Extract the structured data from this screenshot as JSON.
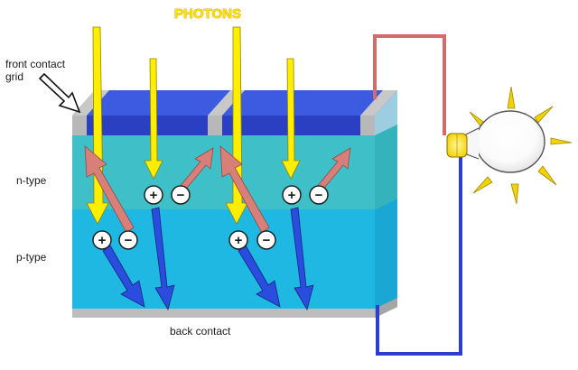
{
  "diagram": {
    "title": "PHOTONS",
    "labels": {
      "front_contact": [
        "front contact",
        "grid"
      ],
      "n_type": "n-type",
      "p_type": "p-type",
      "back_contact": "back contact"
    },
    "pair_signs": {
      "plus": "+",
      "minus": "−"
    },
    "colors": {
      "photon": "#ffee00",
      "hole_arrow": "#d87f7a",
      "electron_arrow": "#2a4de0",
      "n_layer": "#3fc0c8",
      "p_layer": "#1fb8e2",
      "antireflective_top": "#2b3fc2",
      "contact": "#c0c0c0",
      "wire_top": "#d46a6a",
      "wire_bottom": "#2a3fd0",
      "bulb_glow": "#ffe34d",
      "bulb_rays": "#f2d200"
    }
  }
}
